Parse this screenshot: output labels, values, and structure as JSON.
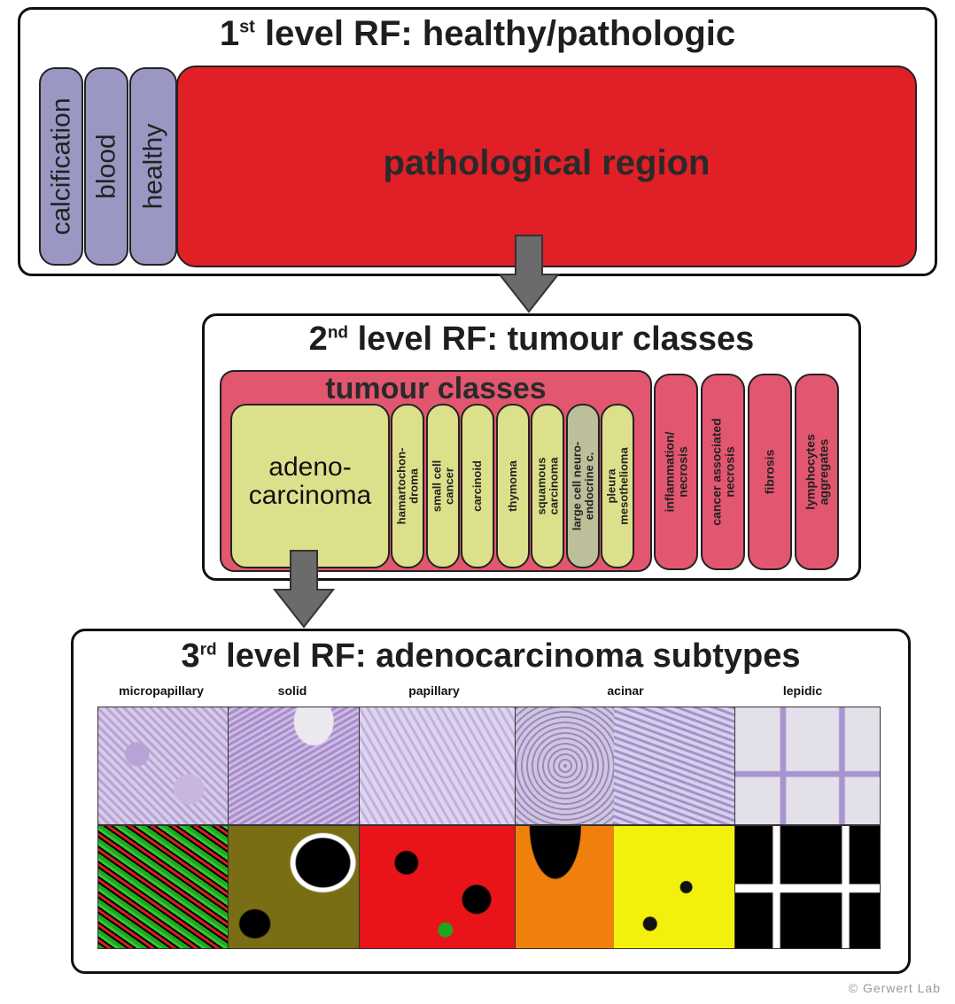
{
  "level1": {
    "title_num": "1",
    "title_sup": "st",
    "title_rest": " level RF: healthy/pathologic",
    "classes": [
      "calcification",
      "blood",
      "healthy"
    ],
    "main_class": "pathological region"
  },
  "level2": {
    "title_num": "2",
    "title_sup": "nd",
    "title_rest": " level RF: tumour classes",
    "group_label": "tumour classes",
    "main_class": "adeno-\ncarcinoma",
    "tumour_classes": [
      "hamartochon-\ndroma",
      "small cell\ncancer",
      "carcinoid",
      "thymoma",
      "squamous\ncarcinoma",
      "large cell neuro-\nendocrine c.",
      "pleura\nmesothelioma"
    ],
    "other_classes": [
      "inflammation/\nnecrosis",
      "cancer associated\nnecrosis",
      "fibrosis",
      "lymphocytes\naggregates"
    ]
  },
  "level3": {
    "title_num": "3",
    "title_sup": "rd",
    "title_rest": " level RF: adenocarcinoma subtypes",
    "subtypes": [
      "micropapillary",
      "solid",
      "papillary",
      "acinar",
      "lepidic"
    ]
  },
  "credit": "© Gerwert Lab",
  "colors": {
    "purple": "#9a97c2",
    "red": "#e11f27",
    "pink": "#e2566f",
    "yellow": "#dde08a",
    "arrow": "#6b6b6b"
  }
}
